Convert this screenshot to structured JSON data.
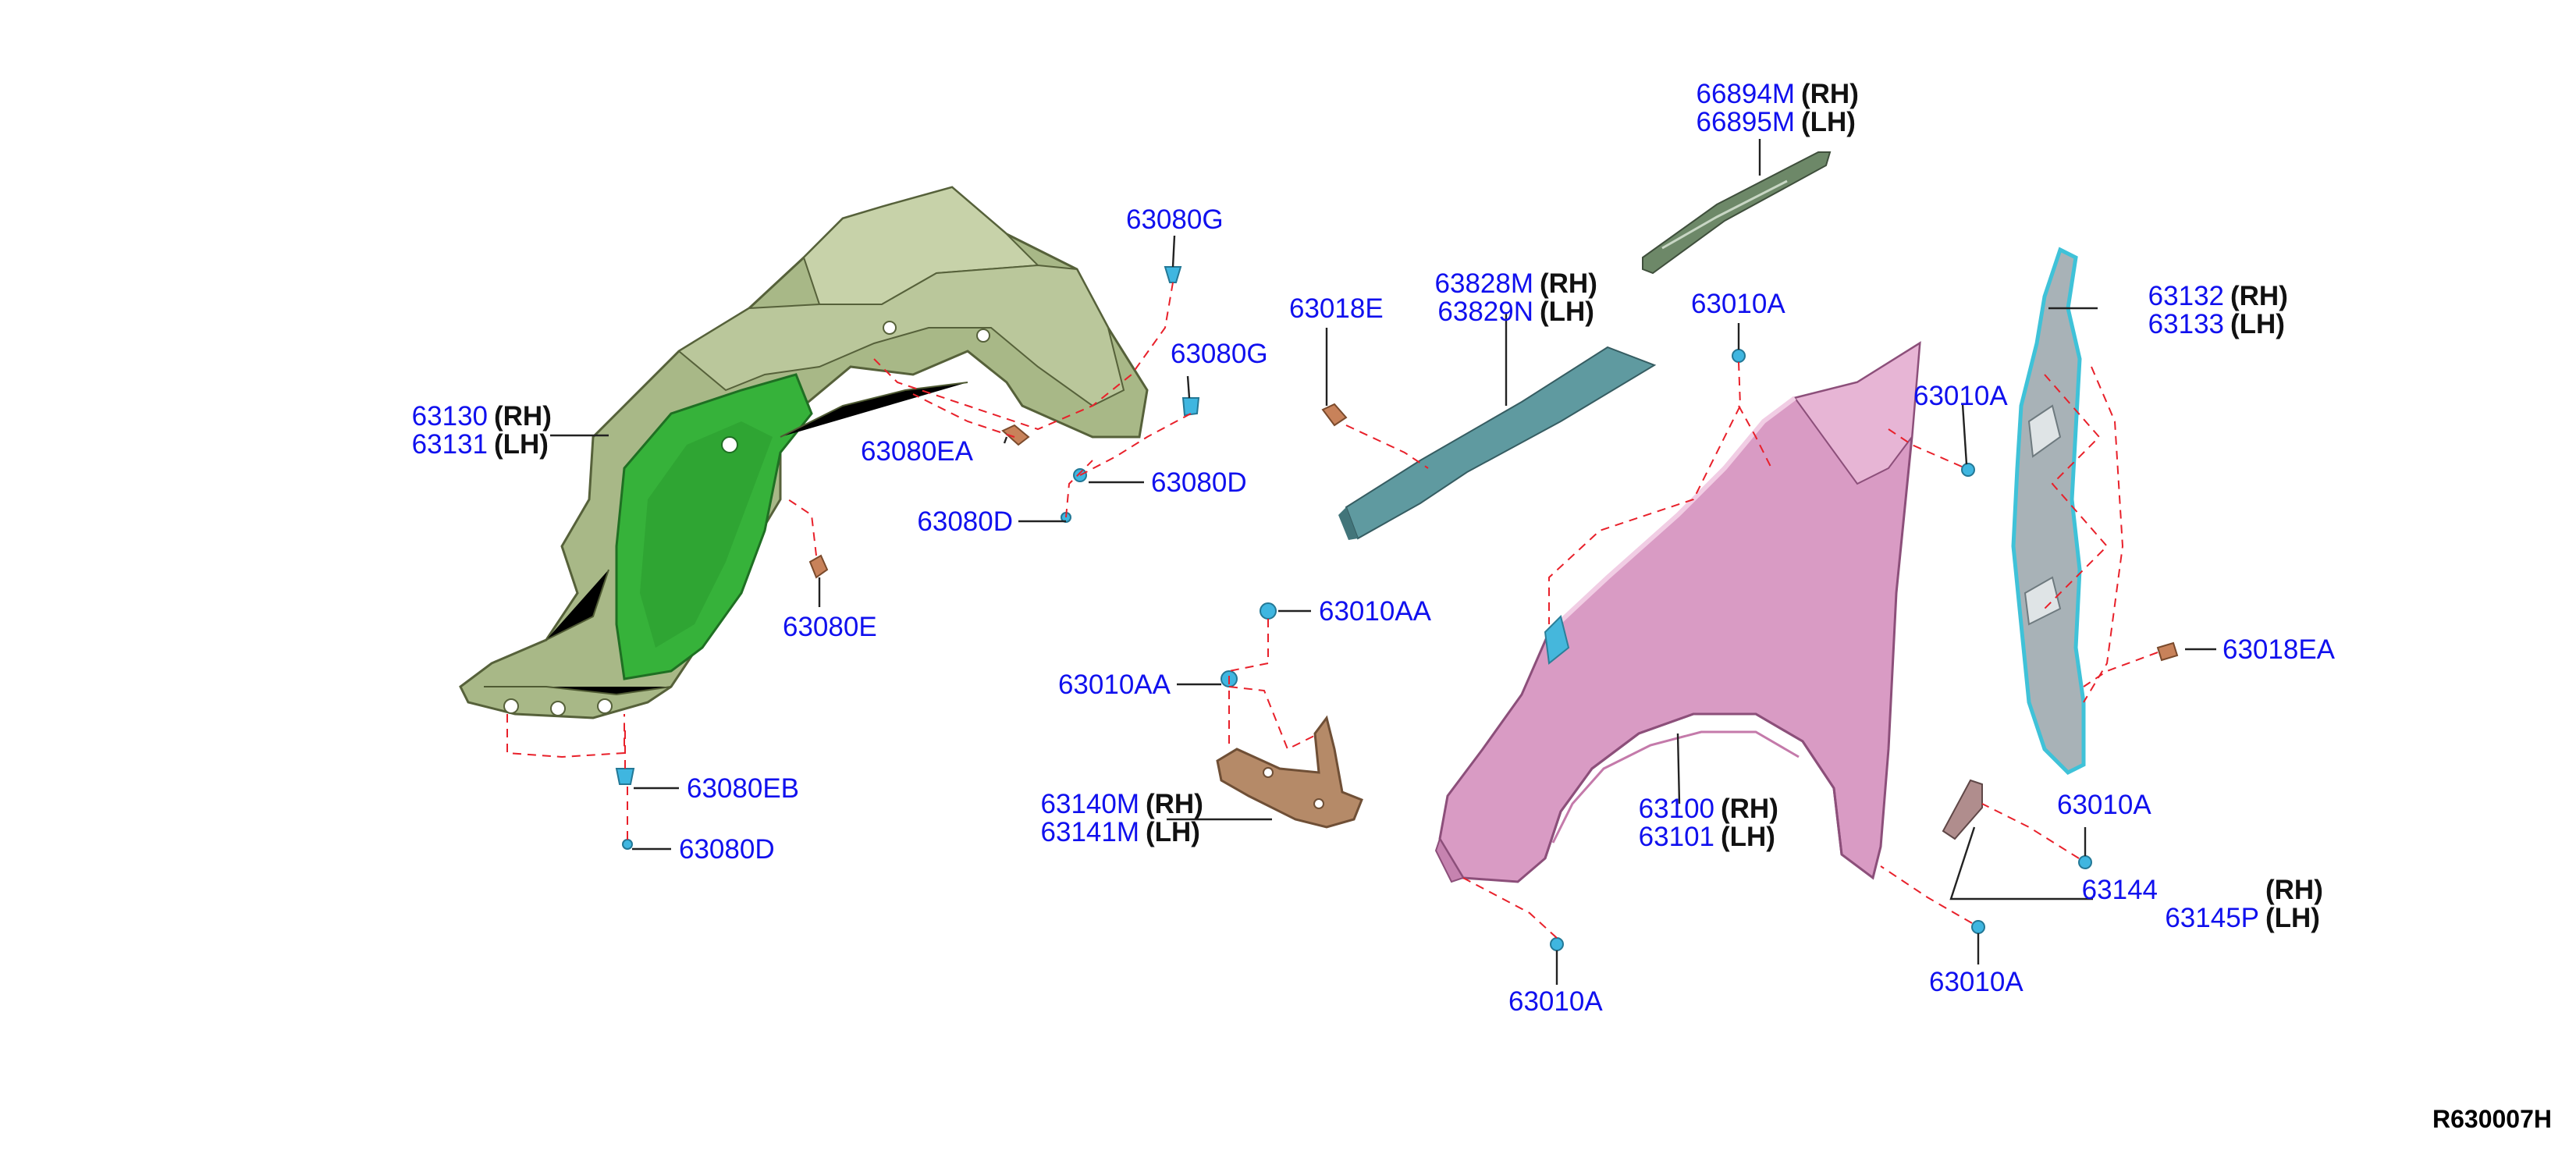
{
  "reference_code": "R630007H",
  "side_labels": {
    "rh": "(RH)",
    "lh": "(LH)"
  },
  "colors": {
    "part_number": "#1010ee",
    "leader": "#222222",
    "fastener_path": "#e8202a",
    "fender_protector": "#a8b887",
    "fender_protector_insert": "#36b23a",
    "fender": "#d99bc4",
    "seal": "#5f9aa0",
    "bracket": "#b58a68",
    "clip": "#3fb6e0"
  },
  "callouts": {
    "c66894": {
      "rh": "66894M",
      "lh": "66895M"
    },
    "c63828": {
      "rh": "63828M",
      "lh": "63829N"
    },
    "c63132": {
      "rh": "63132",
      "lh": "63133"
    },
    "c63130": {
      "rh": "63130",
      "lh": "63131"
    },
    "c63140": {
      "rh": "63140M",
      "lh": "63141M"
    },
    "c63100": {
      "rh": "63100",
      "lh": "63101"
    },
    "c63144": {
      "rh": "63144",
      "lh": "63145P"
    }
  },
  "fasteners": {
    "g1": "63080G",
    "g2": "63080G",
    "ea": "63080EA",
    "d_right": "63080D",
    "d_mid": "63080D",
    "e": "63080E",
    "eb": "63080EB",
    "d_bottom": "63080D",
    "e18": "63018E",
    "a_top": "63010A",
    "a_right": "63010A",
    "aa_top": "63010AA",
    "aa_left": "63010AA",
    "ea18": "63018EA",
    "a_mid_right": "63010A",
    "a_bottom_left": "63010A",
    "a_bottom_right": "63010A"
  }
}
